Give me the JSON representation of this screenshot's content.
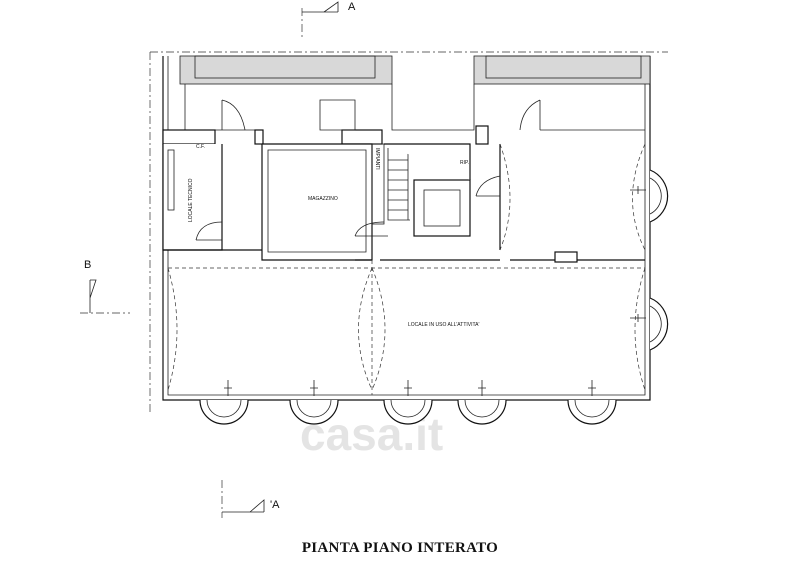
{
  "drawing": {
    "title": "PIANTA PIANO INTERATO",
    "watermark": "casa.it",
    "rooms": {
      "technical": "LOCALE TECNICO",
      "warehouse": "MAGAZZINO",
      "utility": "IMPIANTI",
      "storage": "RIP.",
      "main": "LOCALE IN USO ALL'ATTIVITA'",
      "cf": "C.F."
    },
    "section_marks": {
      "a_top": "A",
      "a_bottom": "'A",
      "b_left": "B"
    }
  }
}
